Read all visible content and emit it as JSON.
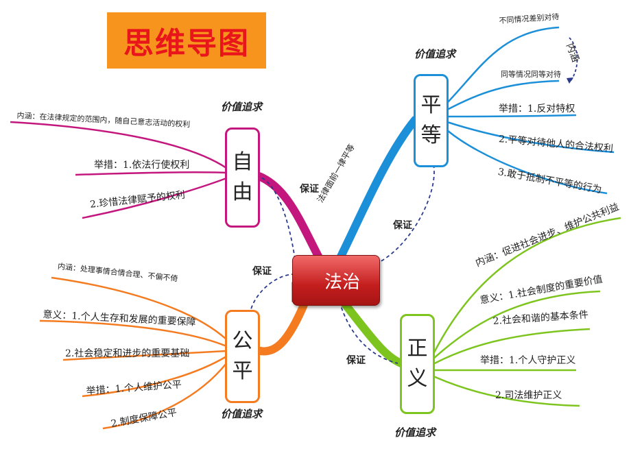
{
  "title": "思维导图",
  "center": "法治",
  "nodes": {
    "ziyou": [
      "自",
      "由"
    ],
    "pingdeng": [
      "平",
      "等"
    ],
    "gongping": [
      "公",
      "平"
    ],
    "zhengyi": [
      "正",
      "义"
    ]
  },
  "value_label": "价值追求",
  "guarantee_label": "保证",
  "law_equal": "法律面前一律平等",
  "neihan_side": "内涵",
  "ziyou_items": {
    "neihan": "内涵：在法律规定的范围内，随自己意志活动的权利",
    "jucuo": "举措：1.依法行使权利",
    "item2": "2.珍惜法律赋予的权利"
  },
  "pingdeng_items": {
    "n1": "不同情况差别对待",
    "n2": "同等情况同等对待",
    "jucuo": "举措：1.反对特权",
    "item2": "2.平等对待他人的合法权利",
    "item3": "3.敢于抵制不平等的行为"
  },
  "gongping_items": {
    "neihan": "内涵：处理事情合情合理、不偏不倚",
    "yiyi": "意义：1.个人生存和发展的重要保障",
    "yiyi2": "2.社会稳定和进步的重要基础",
    "jucuo": "举措：1.个人维护公平",
    "item2": "2.制度保障公平"
  },
  "zhengyi_items": {
    "neihan": "内涵：促进社会进步、维护公共利益",
    "yiyi": "意义：1.社会制度的重要价值",
    "yiyi2": "2.社会和谐的基本条件",
    "jucuo": "举措：1.个人守护正义",
    "item2": "2.司法维护正义"
  },
  "colors": {
    "ziyou": "#c4177e",
    "pingdeng": "#1c8fd9",
    "gongping": "#f47b20",
    "zhengyi": "#7dc51e",
    "center": "#c41e1e",
    "title_bg": "#f7941d",
    "title_text": "#e8161b",
    "dashed": "#2b3a8c"
  }
}
